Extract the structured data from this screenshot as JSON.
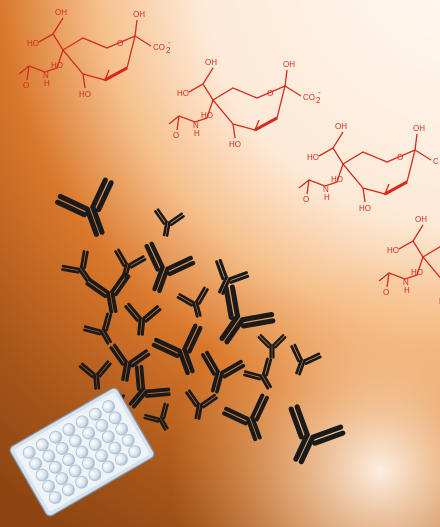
{
  "colors": {
    "background_light": "#fff4ea",
    "background_mid": "#f8c99b",
    "background_deep": "#c9661d",
    "background_dark": "#9c4e12",
    "structure_red": "#d52b1e",
    "antibody_dark": "#1a1a1a",
    "plate_body": "#e6eef6",
    "plate_well": "#aebfd0"
  },
  "molecules": [
    {
      "oh_top": "OH",
      "oh_anomeric": "OH",
      "carboxylate": "CO",
      "charge": "-",
      "subscript": "2",
      "ho_side1": "HO",
      "ho_side2": "HO",
      "nh": "N",
      "h": "H",
      "o_ring": "O",
      "o_carbonyl": "O",
      "ring_ho": "HO"
    },
    {
      "oh_top": "OH",
      "oh_anomeric": "OH",
      "carboxylate": "CO",
      "charge": "-",
      "subscript": "2",
      "ho_side1": "HO",
      "ho_side2": "HO",
      "nh": "N",
      "h": "H",
      "o_ring": "O",
      "o_carbonyl": "O",
      "ring_ho": "HO"
    },
    {
      "oh_top": "OH",
      "oh_anomeric": "OH",
      "carboxylate": "C",
      "charge": "",
      "subscript": "",
      "ho_side1": "HO",
      "ho_side2": "HO",
      "nh": "N",
      "h": "H",
      "o_ring": "O",
      "o_carbonyl": "O",
      "ring_ho": "HO"
    },
    {
      "oh_top": "OH",
      "oh_anomeric": "",
      "carboxylate": "",
      "charge": "",
      "subscript": "",
      "ho_side1": "HO",
      "ho_side2": "HO",
      "nh": "N",
      "h": "H",
      "o_ring": "",
      "o_carbonyl": "O",
      "ring_ho": "HO"
    }
  ],
  "objects": {
    "antibody_icon": "antibody-y-icon",
    "plate_icon": "well-plate-icon"
  }
}
